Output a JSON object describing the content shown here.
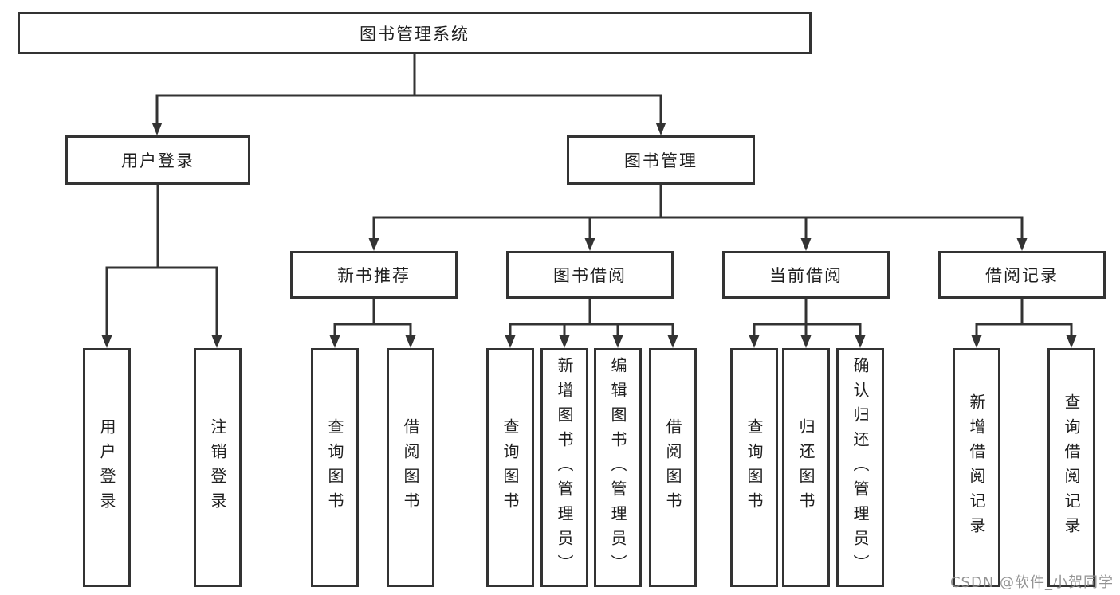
{
  "tree": {
    "root": {
      "label": "图书管理系统"
    },
    "branches": [
      {
        "label": "用户登录",
        "children": [
          {
            "label": "用户登录"
          },
          {
            "label": "注销登录"
          }
        ]
      },
      {
        "label": "图书管理",
        "children": [
          {
            "label": "新书推荐",
            "children": [
              {
                "label": "查询图书"
              },
              {
                "label": "借阅图书"
              }
            ]
          },
          {
            "label": "图书借阅",
            "children": [
              {
                "label": "查询图书"
              },
              {
                "label": "新增图书（管理员）"
              },
              {
                "label": "编辑图书（管理员）"
              },
              {
                "label": "借阅图书"
              }
            ]
          },
          {
            "label": "当前借阅",
            "children": [
              {
                "label": "查询图书"
              },
              {
                "label": "归还图书"
              },
              {
                "label": "确认归还（管理员）"
              }
            ]
          },
          {
            "label": "借阅记录",
            "children": [
              {
                "label": "新增借阅记录"
              },
              {
                "label": "查询借阅记录"
              }
            ]
          }
        ]
      }
    ]
  },
  "watermark": {
    "text": "CSDN @软件_小贺同学"
  },
  "colors": {
    "line": "#333333",
    "text": "#1f1f1f",
    "watermark": "#8a8a8a",
    "background": "#ffffff"
  }
}
